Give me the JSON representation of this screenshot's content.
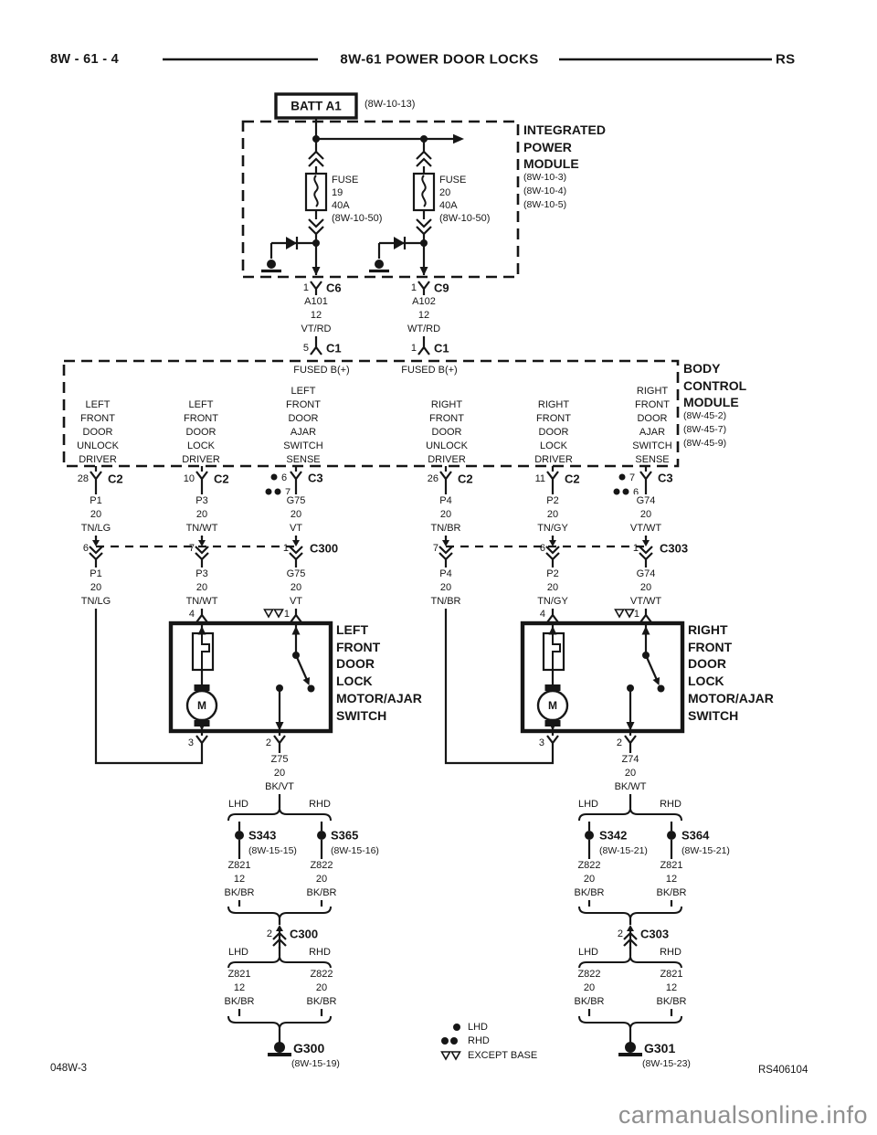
{
  "header": {
    "page_code": "8W - 61 - 4",
    "title": "8W-61 POWER DOOR LOCKS",
    "section_code": "RS"
  },
  "battery": {
    "label": "BATT A1",
    "ref": "(8W-10-13)"
  },
  "ipm": {
    "name": [
      "INTEGRATED",
      "POWER",
      "MODULE"
    ],
    "refs": [
      "(8W-10-3)",
      "(8W-10-4)",
      "(8W-10-5)"
    ],
    "fuses": [
      {
        "label": "FUSE",
        "number": "19",
        "rating": "40A",
        "ref": "(8W-10-50)"
      },
      {
        "label": "FUSE",
        "number": "20",
        "rating": "40A",
        "ref": "(8W-10-50)"
      }
    ],
    "connectors": [
      {
        "pin": "1",
        "name": "C6"
      },
      {
        "pin": "1",
        "name": "C9"
      }
    ]
  },
  "feeds": [
    {
      "circuit": "A101",
      "gauge": "12",
      "color": "VT/RD",
      "pin": "5",
      "conn": "C1",
      "function": "FUSED B(+)"
    },
    {
      "circuit": "A102",
      "gauge": "12",
      "color": "WT/RD",
      "pin": "1",
      "conn": "C1",
      "function": "FUSED B(+)"
    }
  ],
  "bcm": {
    "name": [
      "BODY",
      "CONTROL",
      "MODULE"
    ],
    "refs": [
      "(8W-45-2)",
      "(8W-45-7)",
      "(8W-45-9)"
    ]
  },
  "circuits": [
    {
      "signal": [
        "LEFT",
        "FRONT",
        "DOOR",
        "UNLOCK",
        "DRIVER"
      ],
      "bcm_pin": "28",
      "bcm_conn": "C2",
      "wire": {
        "circuit": "P1",
        "gauge": "20",
        "color": "TN/LG"
      },
      "inline_pin": "6",
      "motor_pin": "3"
    },
    {
      "signal": [
        "LEFT",
        "FRONT",
        "DOOR",
        "LOCK",
        "DRIVER"
      ],
      "bcm_pin": "10",
      "bcm_conn": "C2",
      "wire": {
        "circuit": "P3",
        "gauge": "20",
        "color": "TN/WT"
      },
      "inline_pin": "7",
      "motor_pin": "4"
    },
    {
      "signal": [
        "LEFT",
        "FRONT",
        "DOOR",
        "AJAR",
        "SWITCH",
        "SENSE"
      ],
      "bcm_pin_lhd": "6",
      "bcm_pin_rhd": "7",
      "bcm_conn": "C3",
      "wire": {
        "circuit": "G75",
        "gauge": "20",
        "color": "VT"
      },
      "inline_pin": "1",
      "inline_conn": "C300",
      "motor_pin": "1"
    },
    {
      "signal": [
        "RIGHT",
        "FRONT",
        "DOOR",
        "UNLOCK",
        "DRIVER"
      ],
      "bcm_pin": "26",
      "bcm_conn": "C2",
      "wire": {
        "circuit": "P4",
        "gauge": "20",
        "color": "TN/BR"
      },
      "inline_pin": "7",
      "motor_pin": "3"
    },
    {
      "signal": [
        "RIGHT",
        "FRONT",
        "DOOR",
        "LOCK",
        "DRIVER"
      ],
      "bcm_pin": "11",
      "bcm_conn": "C2",
      "wire": {
        "circuit": "P2",
        "gauge": "20",
        "color": "TN/GY"
      },
      "inline_pin": "6",
      "motor_pin": "4"
    },
    {
      "signal": [
        "RIGHT",
        "FRONT",
        "DOOR",
        "AJAR",
        "SWITCH",
        "SENSE"
      ],
      "bcm_pin_lhd": "7",
      "bcm_pin_rhd": "6",
      "bcm_conn": "C3",
      "wire": {
        "circuit": "G74",
        "gauge": "20",
        "color": "VT/WT"
      },
      "inline_pin": "1",
      "inline_conn": "C303",
      "motor_pin": "1"
    }
  ],
  "motors": {
    "left": {
      "name": [
        "LEFT",
        "FRONT",
        "DOOR",
        "LOCK",
        "MOTOR/AJAR",
        "SWITCH"
      ],
      "motor_letter": "M",
      "pins": {
        "top_left": "4",
        "top_right": "1",
        "bottom_left": "3",
        "bottom_right": "2"
      }
    },
    "right": {
      "name": [
        "RIGHT",
        "FRONT",
        "DOOR",
        "LOCK",
        "MOTOR/AJAR",
        "SWITCH"
      ],
      "motor_letter": "M",
      "pins": {
        "top_left": "4",
        "top_right": "1",
        "bottom_left": "3",
        "bottom_right": "2"
      }
    }
  },
  "grounds": {
    "left": {
      "feed": {
        "circuit": "Z75",
        "gauge": "20",
        "color": "BK/VT"
      },
      "branch_left_label": "LHD",
      "branch_right_label": "RHD",
      "splices": [
        {
          "name": "S343",
          "ref": "(8W-15-15)",
          "wire": {
            "circuit": "Z821",
            "gauge": "12",
            "color": "BK/BR"
          }
        },
        {
          "name": "S365",
          "ref": "(8W-15-16)",
          "wire": {
            "circuit": "Z822",
            "gauge": "20",
            "color": "BK/BR"
          }
        }
      ],
      "connector": {
        "pin": "2",
        "name": "C300"
      },
      "lower": [
        {
          "circuit": "Z821",
          "gauge": "12",
          "color": "BK/BR"
        },
        {
          "circuit": "Z822",
          "gauge": "20",
          "color": "BK/BR"
        }
      ],
      "ground": {
        "name": "G300",
        "ref": "(8W-15-19)"
      }
    },
    "right": {
      "feed": {
        "circuit": "Z74",
        "gauge": "20",
        "color": "BK/WT"
      },
      "branch_left_label": "LHD",
      "branch_right_label": "RHD",
      "splices": [
        {
          "name": "S342",
          "ref": "(8W-15-21)",
          "wire": {
            "circuit": "Z822",
            "gauge": "20",
            "color": "BK/BR"
          }
        },
        {
          "name": "S364",
          "ref": "(8W-15-21)",
          "wire": {
            "circuit": "Z821",
            "gauge": "12",
            "color": "BK/BR"
          }
        }
      ],
      "connector": {
        "pin": "2",
        "name": "C303"
      },
      "lower": [
        {
          "circuit": "Z822",
          "gauge": "20",
          "color": "BK/BR"
        },
        {
          "circuit": "Z821",
          "gauge": "12",
          "color": "BK/BR"
        }
      ],
      "ground": {
        "name": "G301",
        "ref": "(8W-15-23)"
      }
    }
  },
  "legend": [
    {
      "symbol": "dot",
      "label": "LHD"
    },
    {
      "symbol": "double-dot",
      "label": "RHD"
    },
    {
      "symbol": "double-triangle",
      "label": "EXCEPT BASE"
    }
  ],
  "footer": {
    "drawing_code": "048W-3",
    "sheet_code": "RS406104",
    "watermark": "carmanualsonline.info"
  },
  "colors": {
    "ink": "#161616",
    "watermark": "#8f8f8f",
    "paper": "#ffffff"
  }
}
